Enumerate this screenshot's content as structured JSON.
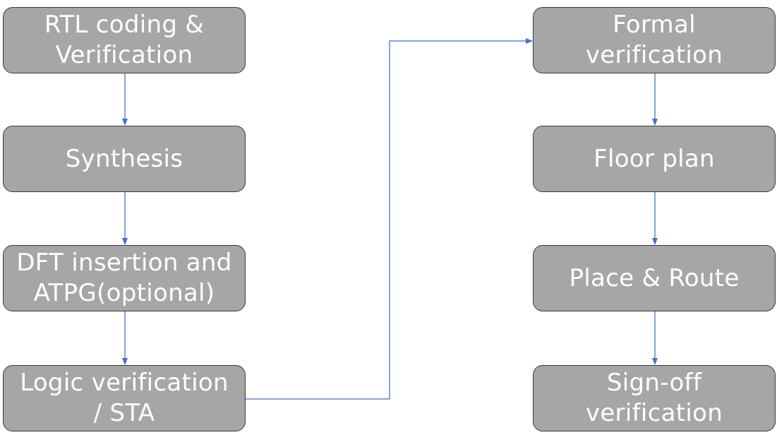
{
  "colors": {
    "box_fill": "#a6a6a6",
    "box_border": "#3a3a3a",
    "box_text": "#ffffff",
    "connector": "#4472c4"
  },
  "flow": {
    "left_column": [
      "RTL coding &\nVerification",
      "Synthesis",
      "DFT insertion and\nATPG(optional)",
      "Logic verification\n/ STA"
    ],
    "right_column": [
      "Formal\nverification",
      "Floor plan",
      "Place & Route",
      "Sign-off\nverification"
    ]
  }
}
